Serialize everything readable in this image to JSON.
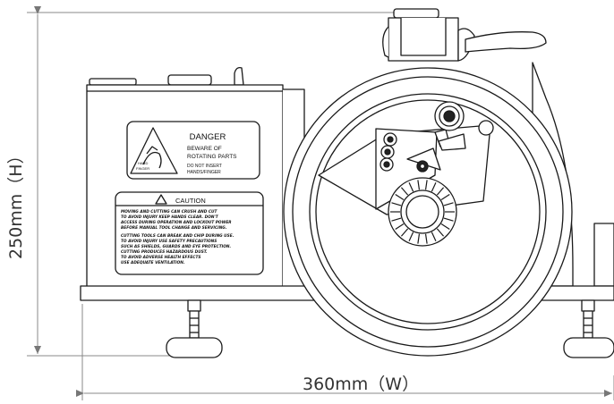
{
  "dimensions": {
    "height_label": "250mm（H）",
    "width_label": "360mm（W）"
  },
  "danger_label": {
    "title": "DANGER",
    "lines": [
      "BEWARE OF",
      "ROTATING PARTS"
    ],
    "sublines": [
      "DO NOT INSERT",
      "HANDS/FINGER"
    ],
    "icon_text": [
      "HAND",
      "FINGER"
    ]
  },
  "caution_label": {
    "title": "CAUTION",
    "lines": [
      "MOVING AND CUTTING CAN CRUSH AND CUT",
      "TO AVOID INJURY KEEP HANDS CLEAR. DON'T",
      "ACCESS DURING OPERATION AND LOCKOUT POWER",
      "BEFORE MANUAL TOOL CHANGE AND SERVICING.",
      "CUTTING TOOLS CAN BREAK AND CHIP DURING USE.",
      "TO AVOID INJURY USE SAFETY PRECAUTIONS",
      "SUCH AS SHIELDS, GUARDS AND EYE PROTECTION.",
      "CUTTING PRODUCES HAZARDOUS DUST.",
      "TO AVOID ADVERSE HEALTH EFFECTS",
      "USE ADEQUATE VENTILATION."
    ]
  },
  "colors": {
    "line": "#1a1a1a",
    "dimension": "#777777"
  }
}
